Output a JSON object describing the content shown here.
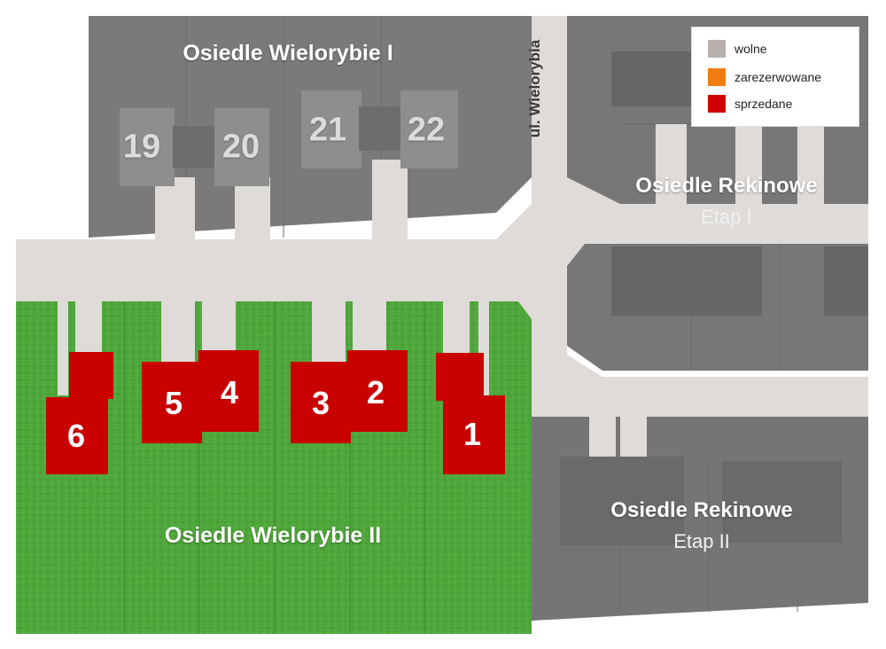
{
  "map": {
    "estates": {
      "wielorybie1": "Osiedle Wielorybie I",
      "wielorybie2": "Osiedle Wielorybie II",
      "rekinowe1": "Osiedle Rekinowe",
      "rekinowe1_stage": "Etap I",
      "rekinowe2": "Osiedle Rekinowe",
      "rekinowe2_stage": "Etap II"
    },
    "street": "ul. Wielorybia",
    "legend": [
      {
        "label": "wolne",
        "color": "#b8b0ab"
      },
      {
        "label": "zarezerwowane",
        "color": "#f07d12"
      },
      {
        "label": "sprzedane",
        "color": "#d10000"
      }
    ],
    "plots_wielorybie2": [
      {
        "number": "6",
        "status": "sprzedane"
      },
      {
        "number": "5",
        "status": "sprzedane"
      },
      {
        "number": "4",
        "status": "sprzedane"
      },
      {
        "number": "3",
        "status": "sprzedane"
      },
      {
        "number": "2",
        "status": "sprzedane"
      },
      {
        "number": "1",
        "status": "sprzedane"
      }
    ],
    "plots_wielorybie1": [
      "19",
      "20",
      "21",
      "22"
    ],
    "colors": {
      "sold": "#c80000",
      "lawn": "#4da83a",
      "road": "#dcd9d6",
      "lot": "#777777"
    }
  }
}
